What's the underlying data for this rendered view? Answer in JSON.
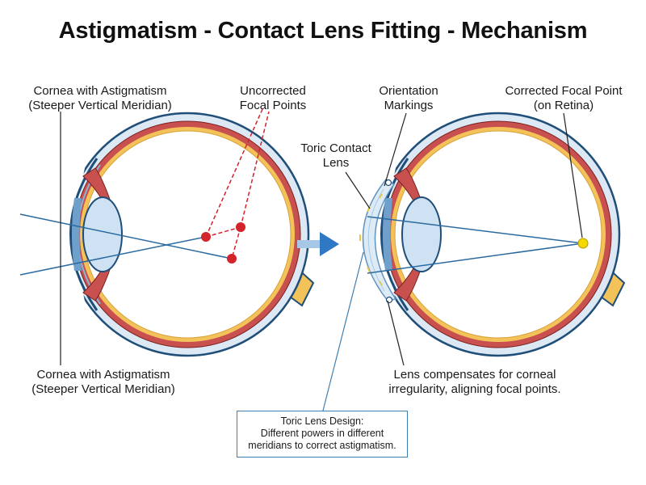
{
  "title": "Astigmatism - Contact Lens Fitting - Mechanism",
  "labels": {
    "cornea_top": {
      "line1": "Cornea with Astigmatism",
      "line2": "(Steeper Vertical Meridian)"
    },
    "uncorrected": {
      "line1": "Uncorrected",
      "line2": "Focal Points"
    },
    "cornea_bottom": {
      "line1": "Cornea with Astigmatism",
      "line2": "(Steeper Vertical Meridian)"
    },
    "orientation": {
      "line1": "Orientation",
      "line2": "Markings"
    },
    "corrected": {
      "line1": "Corrected Focal Point",
      "line2": "(on Retina)"
    },
    "toric_lens": {
      "line1": "Toric Contact",
      "line2": "Lens"
    },
    "compensates": {
      "line1": "Lens compensates for corneal",
      "line2": "irregularity, aligning focal points."
    }
  },
  "info_box": {
    "line1": "Toric Lens Design:",
    "line2": "Different powers in different",
    "line3": "meridians to correct astigmatism."
  },
  "colors": {
    "sclera_outline": "#1f4e79",
    "sclera_fill": "#dce8f3",
    "choroid": "#c8504f",
    "retina": "#f3c35a",
    "light_ray": "#2a6aa0",
    "focal_uncorrected": "#d3232b",
    "focal_corrected": "#f5d800",
    "arrow": "#2f78c4",
    "optic_nerve": "#f3c35a"
  }
}
